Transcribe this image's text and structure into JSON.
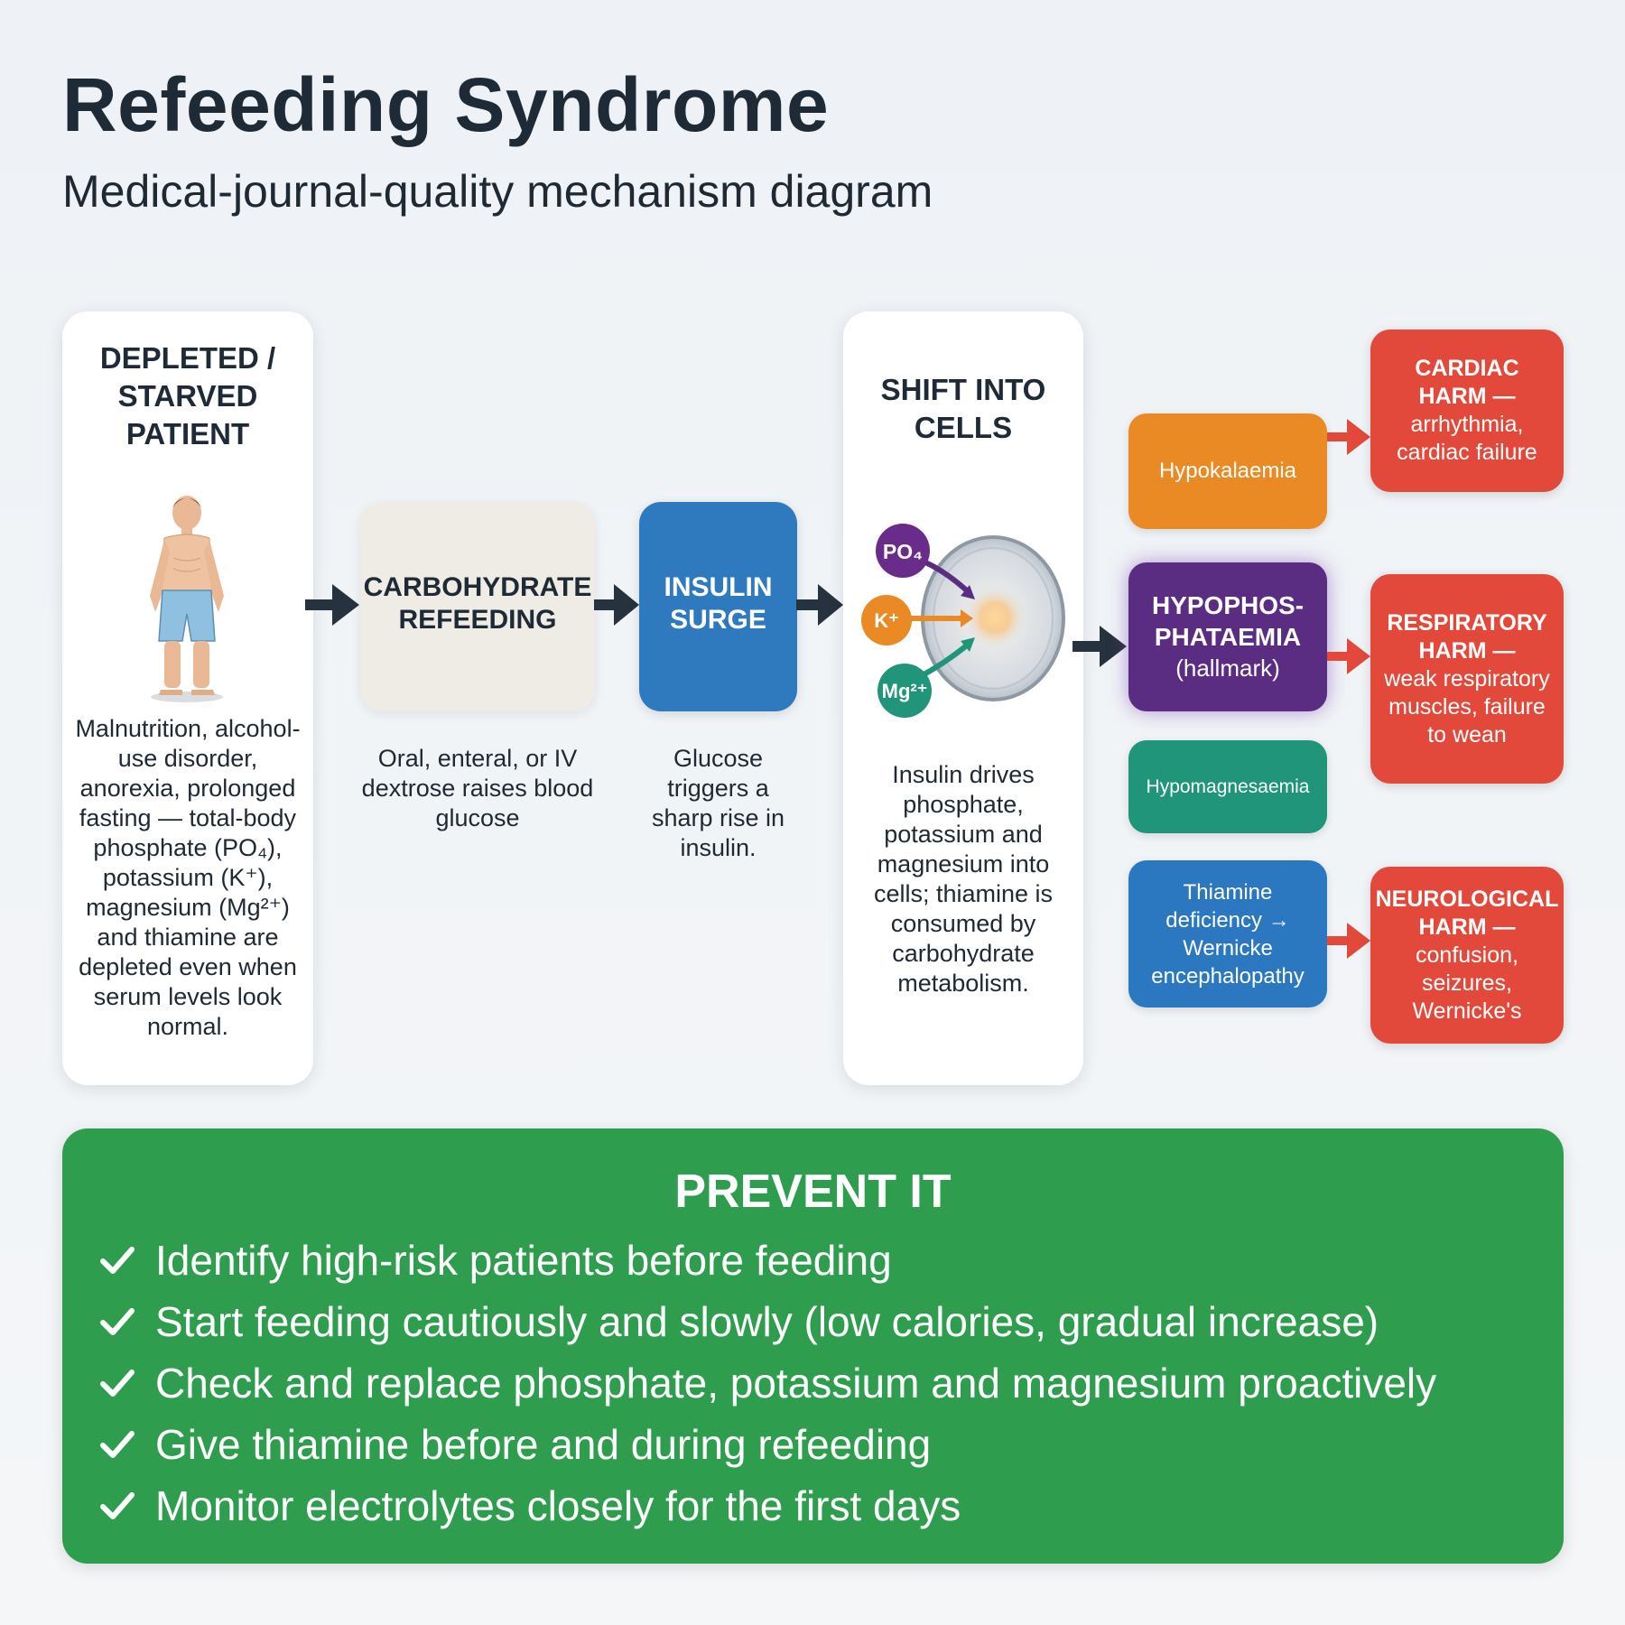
{
  "header": {
    "title": "Refeeding Syndrome",
    "subtitle": "Medical-journal-quality mechanism diagram"
  },
  "patient": {
    "heading": "DEPLETED / STARVED PATIENT",
    "description": "Malnutrition, alcohol-use disorder, anorexia, prolonged fasting — total-body phosphate (PO₄), potassium (K⁺), magnesium (Mg²⁺) and thiamine are depleted even when serum levels look normal."
  },
  "carbohydrate": {
    "heading": "CARBOHYDRATE REFEEDING",
    "description": "Oral, enteral, or IV dextrose raises blood glucose"
  },
  "insulin": {
    "heading": "INSULIN SURGE",
    "description": "Glucose triggers a sharp rise in insulin."
  },
  "shift": {
    "heading": "SHIFT INTO CELLS",
    "ions": {
      "phosphate": "PO₄",
      "potassium": "K⁺",
      "magnesium": "Mg²⁺"
    },
    "description": "Insulin drives phosphate, potassium and magnesium into cells; thiamine is consumed by carbohydrate metabolism."
  },
  "electrolytes": {
    "hypokalaemia": "Hypokalaemia",
    "hypophosphataemia_title": "HYPOPHOS-PHATAEMIA",
    "hypophosphataemia_sub": "(hallmark)",
    "hypomagnesaemia": "Hypomagnesaemia",
    "thiamine": "Thiamine deficiency → Wernicke encephalopathy"
  },
  "harms": {
    "cardiac_title": "CARDIAC HARM —",
    "cardiac_text": "arrhythmia, cardiac failure",
    "respiratory_title": "RESPIRATORY HARM —",
    "respiratory_text": "weak respiratory muscles, failure to wean",
    "neurological_title": "NEUROLOGICAL HARM —",
    "neurological_text": "confusion, seizures, Wernicke's"
  },
  "prevent": {
    "title": "PREVENT IT",
    "items": [
      "Identify high-risk patients before feeding",
      "Start feeding cautiously and slowly (low calories, gradual increase)",
      "Check and replace phosphate, potassium and magnesium proactively",
      "Give thiamine before and during refeeding",
      "Monitor electrolytes closely for the first days"
    ]
  },
  "colors": {
    "insulin": "#2f7abf",
    "hypokalaemia": "#e98a24",
    "hypophosphataemia": "#5b2d82",
    "hypomagnesaemia": "#20957a",
    "thiamine": "#2b78c0",
    "harm": "#e2493a",
    "prevent": "#2e9e4e"
  },
  "icons": [
    "patient-figure-icon",
    "cell-icon",
    "arrow-right-icon",
    "check-icon"
  ]
}
